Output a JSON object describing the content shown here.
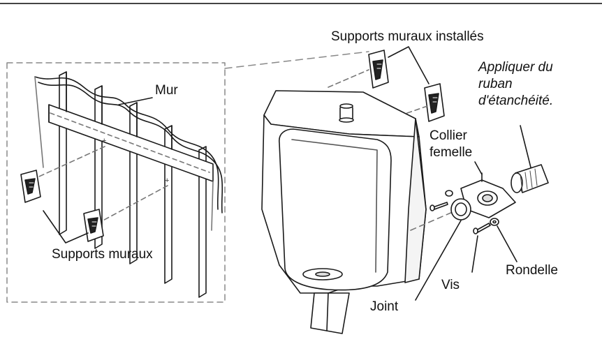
{
  "labels": {
    "installed_brackets": "Supports muraux installés",
    "apply_tape_1": "Appliquer du",
    "apply_tape_2": "ruban",
    "apply_tape_3": "d'étanchéité.",
    "wall": "Mur",
    "female_collar_1": "Collier",
    "female_collar_2": "femelle",
    "wall_brackets": "Supports muraux",
    "washer": "Rondelle",
    "screw": "Vis",
    "gasket": "Joint"
  },
  "colors": {
    "line": "#1a1a1a",
    "dash": "#888888",
    "porcelain": "#ffffff"
  }
}
